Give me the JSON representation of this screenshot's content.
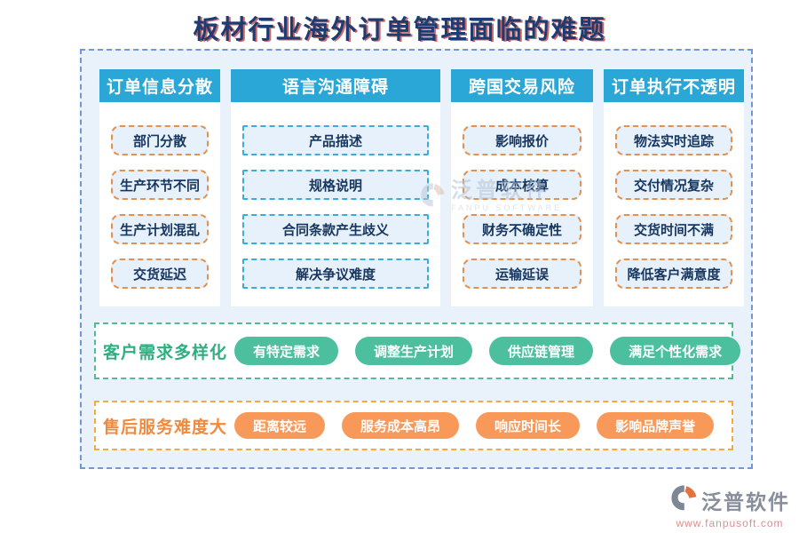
{
  "title": "板材行业海外订单管理面临的难题",
  "columns": [
    {
      "header": "订单信息分散",
      "style": "orange",
      "items": [
        "部门分散",
        "生产环节不同",
        "生产计划混乱",
        "交货延迟"
      ]
    },
    {
      "header": "语言沟通障碍",
      "style": "cyan",
      "items": [
        "产品描述",
        "规格说明",
        "合同条款产生歧义",
        "解决争议难度"
      ]
    },
    {
      "header": "跨国交易风险",
      "style": "orange",
      "items": [
        "影响报价",
        "成本核算",
        "财务不确定性",
        "运输延误"
      ]
    },
    {
      "header": "订单执行不透明",
      "style": "orange",
      "items": [
        "物法实时追踪",
        "交付情况复杂",
        "交货时间不满",
        "降低客户满意度"
      ]
    }
  ],
  "rows": [
    {
      "label": "客户需求多样化",
      "theme": "green",
      "pills": [
        "有特定需求",
        "调整生产计划",
        "供应链管理",
        "满足个性化需求"
      ]
    },
    {
      "label": "售后服务难度大",
      "theme": "orange",
      "pills": [
        "距离较远",
        "服务成本高昂",
        "响应时间长",
        "影响品牌声誉"
      ]
    }
  ],
  "watermark": {
    "text": "泛普软件",
    "subtext": "FANPU SOFTWARE"
  },
  "footer": {
    "brand": "泛普软件",
    "url": "www.fanpusoft.com"
  },
  "colors": {
    "title": "#1e3c72",
    "title_shadow": "#c0504d",
    "column_header_bg": "#2aa7d6",
    "board_bg": "#e9f1fa",
    "board_border": "#6f97d9",
    "item_bg": "#e6f1fb",
    "item_border_orange": "#e2914e",
    "item_border_cyan": "#3cabd7",
    "item_text": "#17365f",
    "green_label": "#2fae7f",
    "green_pill": "#4cbf9f",
    "green_band_border": "#4fbd8d",
    "orange_label": "#f28a3d",
    "orange_pill": "#f8995a",
    "orange_band_border": "#f5a93f",
    "footer_brand": "#878e9a",
    "footer_url": "#dd8f8f"
  }
}
